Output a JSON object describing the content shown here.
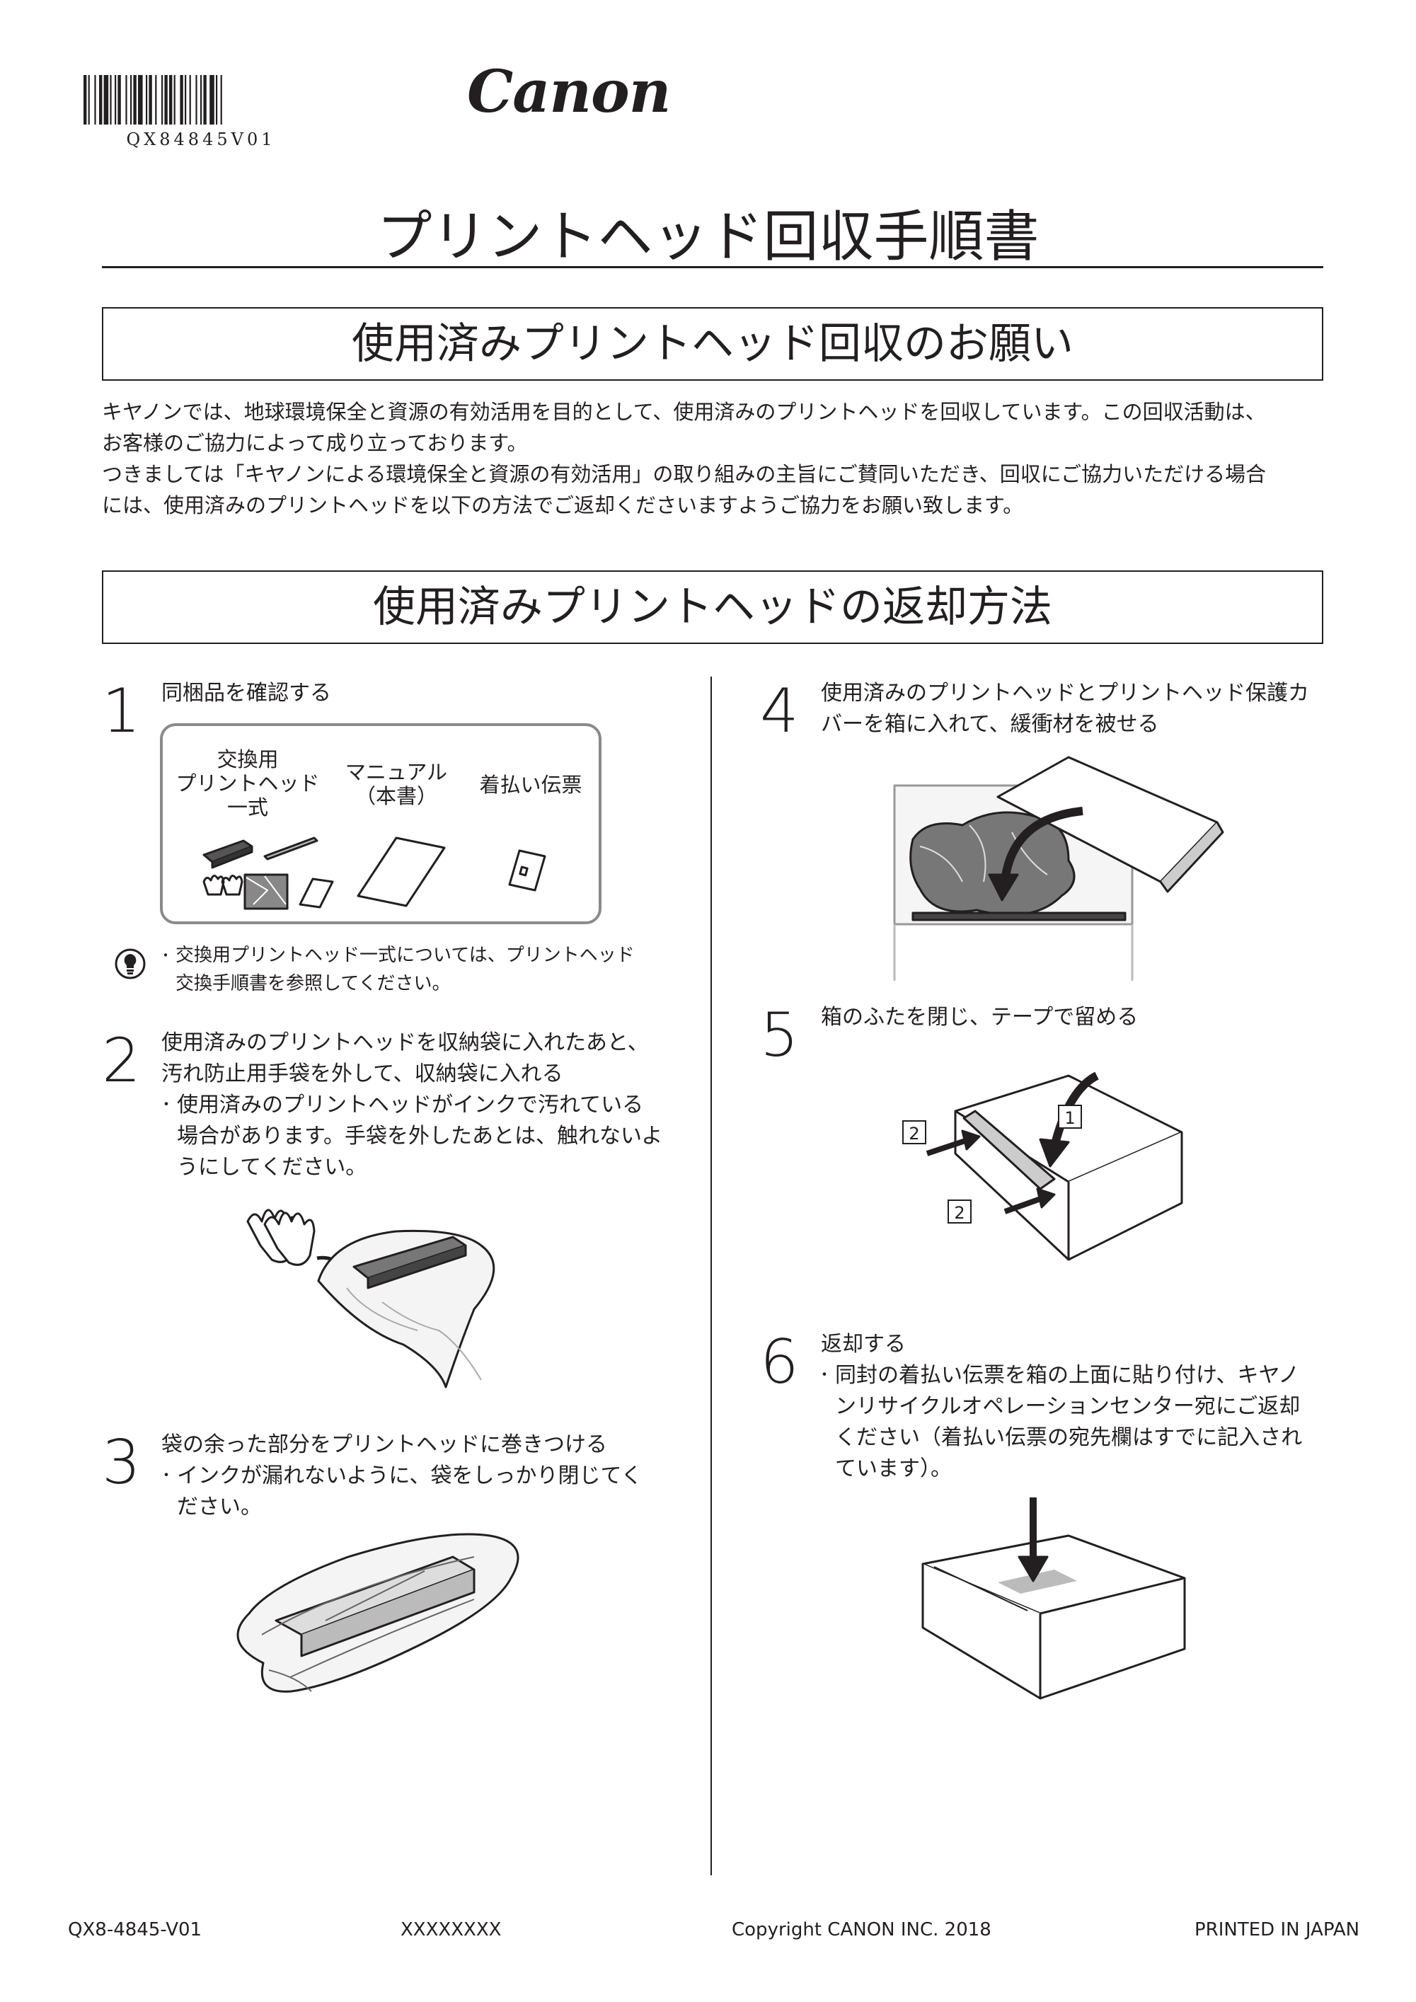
{
  "header": {
    "barcode_text": "QX84845V01",
    "logo": "Canon",
    "title": "プリントヘッド回収手順書"
  },
  "section1": {
    "heading": "使用済みプリントヘッド回収のお願い",
    "paragraph_lines": [
      "キヤノンでは、地球環境保全と資源の有効活用を目的として、使用済みのプリントヘッドを回収しています。この回収活動は、",
      "お客様のご協力によって成り立っております。",
      "つきましては「キヤノンによる環境保全と資源の有効活用」の取り組みの主旨にご賛同いただき、回収にご協力いただける場合",
      "には、使用済みのプリントヘッドを以下の方法でご返却くださいますようご協力をお願い致します。"
    ]
  },
  "section2": {
    "heading": "使用済みプリントヘッドの返却方法"
  },
  "steps": {
    "s1": {
      "number": "1",
      "text": "同梱品を確認する",
      "items": {
        "kit_lines": [
          "交換用",
          "プリントヘッド",
          "一式"
        ],
        "manual_lines": [
          "マニュアル",
          "（本書）"
        ],
        "slip": "着払い伝票"
      },
      "tip_lines": [
        "交換用プリントヘッド一式については、プリントヘッド",
        "交換手順書を参照してください。"
      ]
    },
    "s2": {
      "number": "2",
      "text_lines": [
        "使用済みのプリントヘッドを収納袋に入れたあと、",
        "汚れ防止用手袋を外して、収納袋に入れる"
      ],
      "bullet_lines": [
        "使用済みのプリントヘッドがインクで汚れている",
        "場合があります。手袋を外したあとは、触れないよ",
        "うにしてください。"
      ]
    },
    "s3": {
      "number": "3",
      "text": "袋の余った部分をプリントヘッドに巻きつける",
      "bullet_lines": [
        "インクが漏れないように、袋をしっかり閉じてく",
        "ださい。"
      ]
    },
    "s4": {
      "number": "4",
      "text_lines": [
        "使用済みのプリントヘッドとプリントヘッド保護カ",
        "バーを箱に入れて、緩衝材を被せる"
      ]
    },
    "s5": {
      "number": "5",
      "text": "箱のふたを閉じ、テープで留める",
      "callout_1": "1",
      "callout_2": "2"
    },
    "s6": {
      "number": "6",
      "text": "返却する",
      "bullet_lines": [
        "同封の着払い伝票を箱の上面に貼り付け、キヤノ",
        "ンリサイクルオペレーションセンター宛にご返却",
        "ください（着払い伝票の宛先欄はすでに記入され",
        "ています）。"
      ]
    }
  },
  "footer": {
    "code": "QX8-4845-V01",
    "placeholder": "XXXXXXXX",
    "copyright": "Copyright CANON INC. 2018",
    "printed": "PRINTED IN JAPAN"
  },
  "icons": {
    "tip": "lightbulb-icon"
  }
}
